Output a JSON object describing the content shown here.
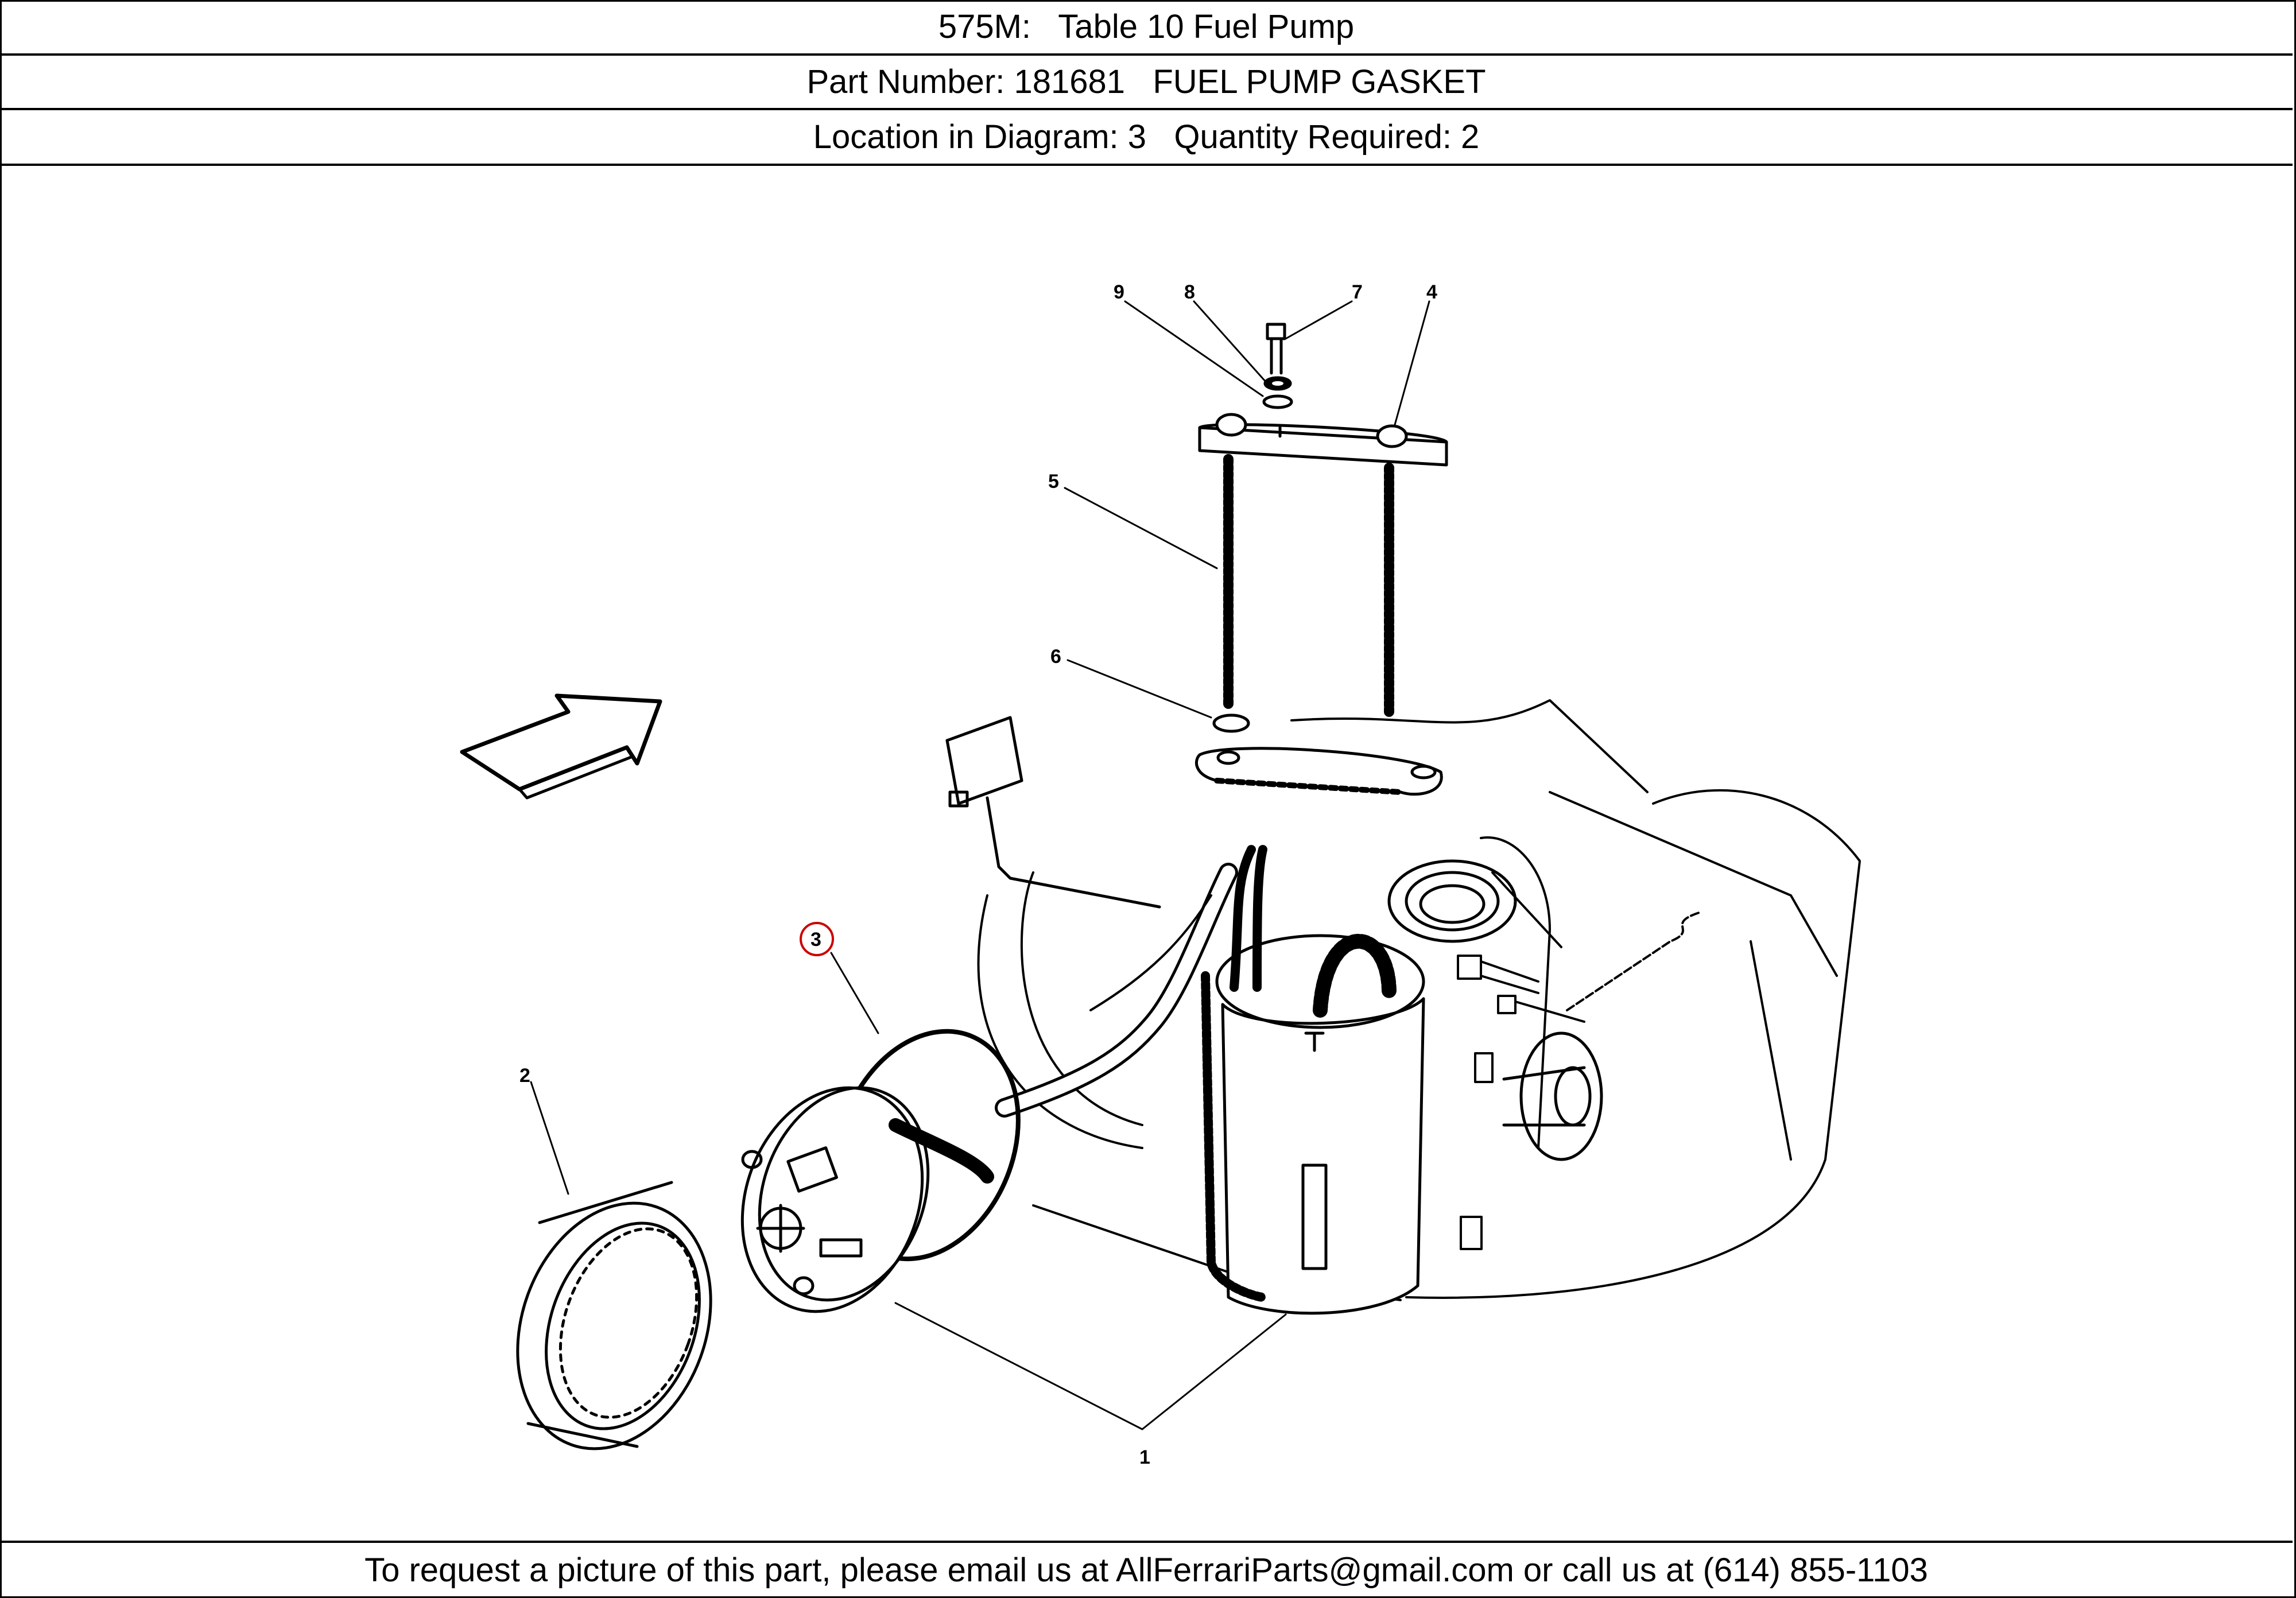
{
  "header": {
    "title": "575M:   Table 10 Fuel Pump",
    "part_line": "Part Number: 181681   FUEL PUMP GASKET",
    "location_line": "Location in Diagram: 3   Quantity Required: 2"
  },
  "diagram": {
    "callouts": [
      "9",
      "8",
      "7",
      "4",
      "5",
      "6",
      "3",
      "2",
      "1"
    ],
    "highlighted_callout": "3",
    "highlight_color": "#cc0000"
  },
  "footer": {
    "text": "To request a picture of this part, please email us at AllFerrariParts@gmail.com or call us at (614) 855-1103"
  }
}
